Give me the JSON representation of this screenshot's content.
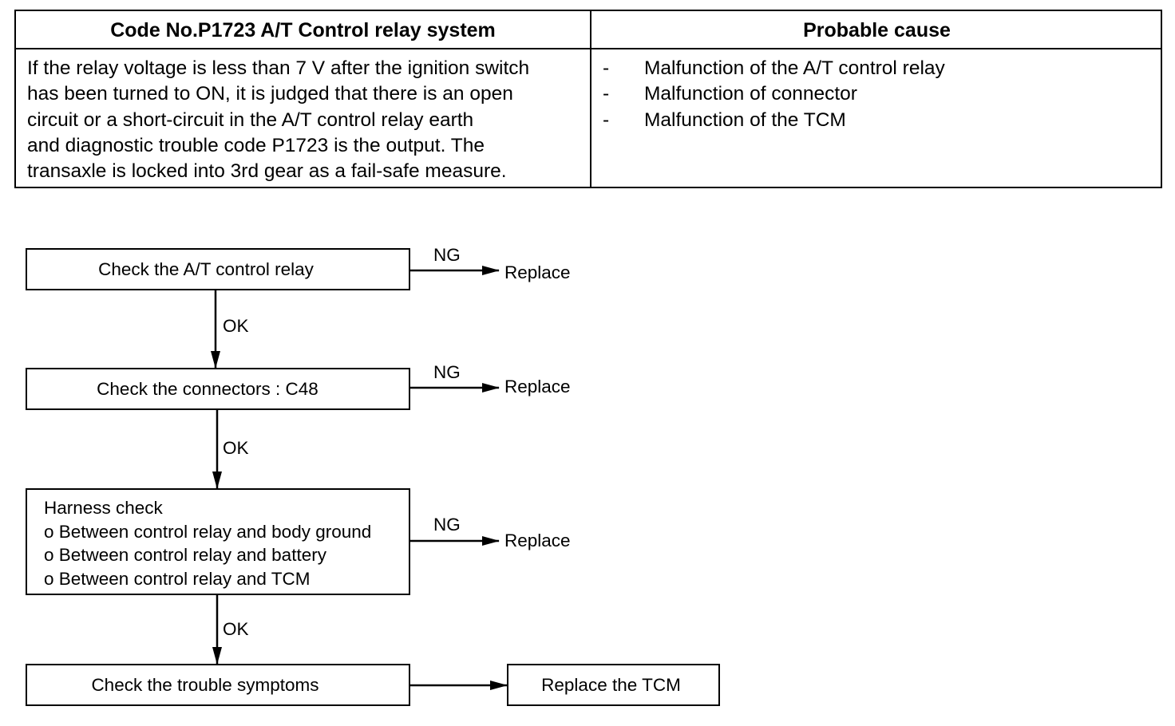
{
  "table": {
    "header_left": "Code No.P1723 A/T Control relay system",
    "header_right": "Probable cause",
    "description_lines": [
      "If the relay voltage is less than 7 V after the ignition switch",
      "has been turned to ON, it is judged that there is an open",
      "circuit or a short-circuit in the A/T control relay earth",
      "and diagnostic trouble code P1723 is the output.  The",
      "transaxle is locked into 3rd gear as a fail-safe measure."
    ],
    "causes": [
      {
        "bullet": "-",
        "text": "Malfunction of the A/T control relay"
      },
      {
        "bullet": "-",
        "text": "Malfunction of connector"
      },
      {
        "bullet": "-",
        "text": "Malfunction of the TCM"
      }
    ]
  },
  "flowchart": {
    "step1": "Check the A/T control relay",
    "step2": "Check the connectors : C48",
    "step3_title": "Harness check",
    "step3_items": [
      "o Between control relay and body ground",
      "o Between control relay and battery",
      "o Between control relay and TCM"
    ],
    "step4": "Check the trouble symptoms",
    "final": "Replace the TCM",
    "ng_label": "NG",
    "ok_label": "OK",
    "replace_label": "Replace"
  }
}
